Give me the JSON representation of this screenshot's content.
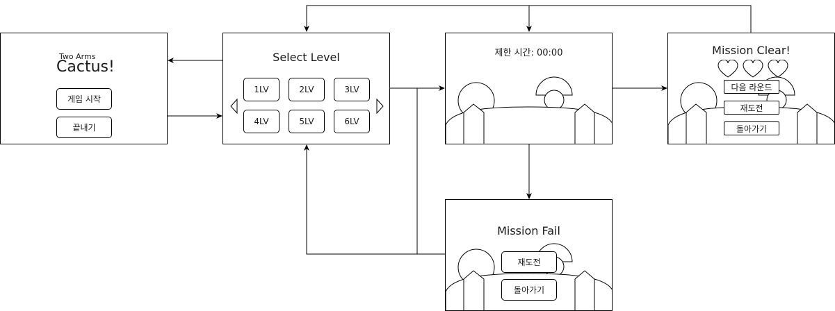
{
  "start_screen": {
    "subtitle": "Two Arms",
    "title": "Cactus!",
    "start_button": "게임 시작",
    "exit_button": "끝내기"
  },
  "level_screen": {
    "title": "Select Level",
    "levels": [
      "1LV",
      "2LV",
      "3LV",
      "4LV",
      "5LV",
      "6LV"
    ],
    "prev_icon": "triangle-left-icon",
    "next_icon": "triangle-right-icon"
  },
  "game_screen": {
    "timer_text": "제한 시간: 00:00"
  },
  "clear_screen": {
    "title": "Mission Clear!",
    "hearts": 3,
    "next_round_button": "다음 라운드",
    "retry_button": "재도전",
    "back_button": "돌아가기"
  },
  "fail_screen": {
    "title": "Mission Fail",
    "retry_button": "재도전",
    "back_button": "돌아가기"
  },
  "colors": {
    "line": "#000000",
    "background": "#ffffff",
    "text": "#1a1a1a"
  }
}
